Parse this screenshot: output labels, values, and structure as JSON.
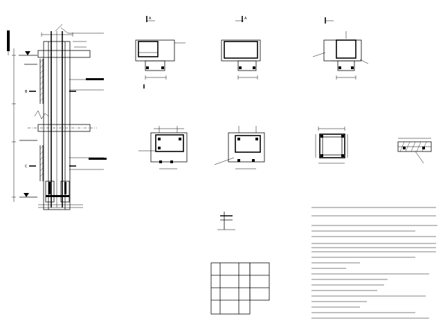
{
  "sheet": {
    "captions": {
      "elevation": "",
      "section_a1": "",
      "section_a2": "",
      "section_a3": "",
      "section_b1": "",
      "section_b2": "",
      "section_c1": "",
      "section_c2": "",
      "detail_small": "",
      "table_title": ""
    },
    "cut_marks": {
      "a": "A",
      "b": "B",
      "c": "C"
    },
    "dimension_text": {
      "d1": "",
      "d2": "",
      "d3": "",
      "d4": "",
      "d5": "",
      "d6": ""
    },
    "table": {
      "rows": [
        [
          "",
          "",
          "",
          ""
        ],
        [
          "",
          "",
          "",
          ""
        ],
        [
          "",
          "",
          "",
          ""
        ],
        [
          "",
          "",
          "",
          ""
        ]
      ]
    },
    "table_note": "",
    "notes_heading": "",
    "notes": [],
    "colors": {
      "ink": "#000000",
      "paper": "#ffffff"
    }
  }
}
